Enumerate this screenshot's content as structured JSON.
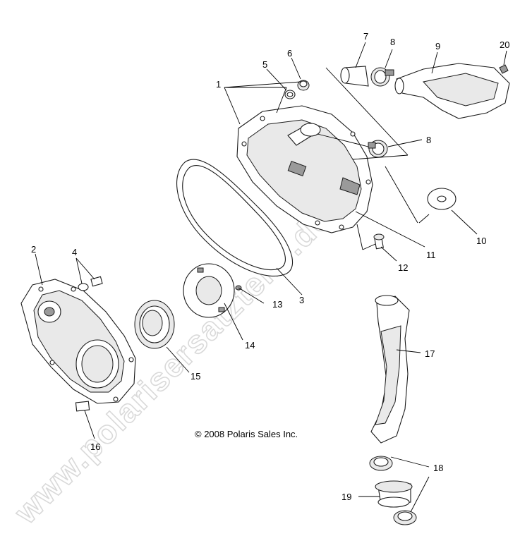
{
  "watermark": "www.polarisersatzteile.de",
  "copyright": "© 2008 Polaris Sales Inc.",
  "callouts": [
    "1",
    "2",
    "3",
    "4",
    "5",
    "6",
    "7",
    "8",
    "8",
    "9",
    "10",
    "11",
    "12",
    "13",
    "14",
    "15",
    "16",
    "17",
    "18",
    "19",
    "20"
  ]
}
